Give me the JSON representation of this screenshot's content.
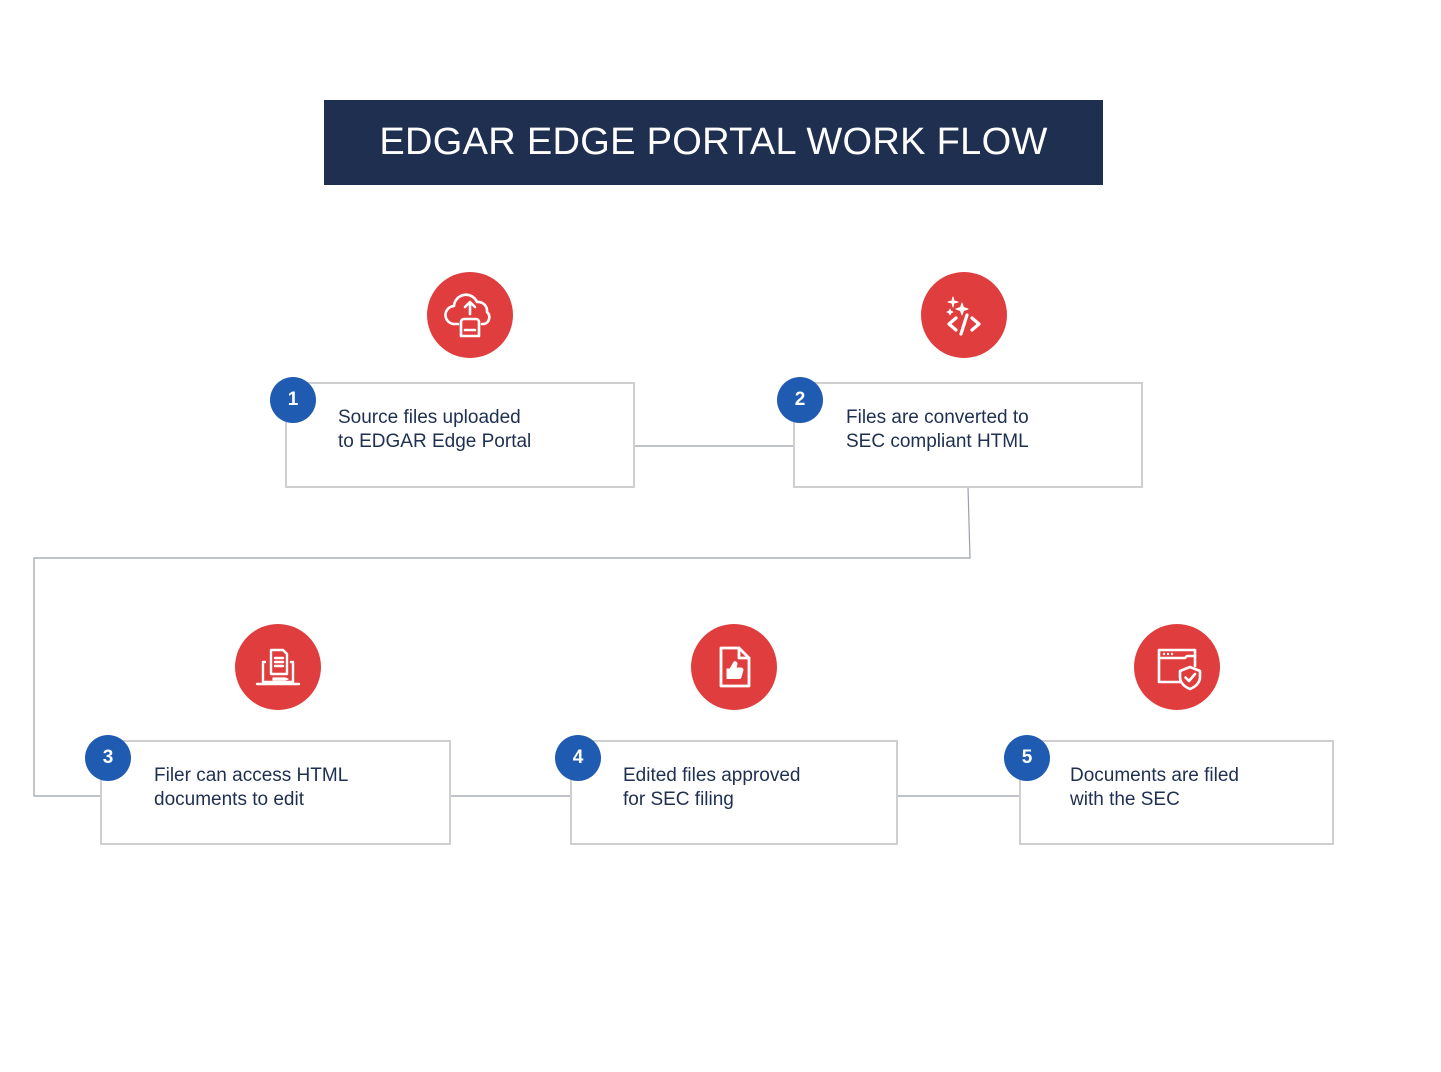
{
  "title": "EDGAR EDGE PORTAL WORK FLOW",
  "colors": {
    "title_background": "#1e2f50",
    "icon_circle": "#e03e3e",
    "badge": "#1f5bb0",
    "text": "#1e2f50",
    "box_border": "#cfcfcf",
    "connector": "#9aa0aa"
  },
  "steps": [
    {
      "number": "1",
      "icon": "cloud-upload-document-icon",
      "lines": [
        "Source files uploaded",
        "to EDGAR Edge Portal"
      ]
    },
    {
      "number": "2",
      "icon": "code-sparkle-icon",
      "lines": [
        "Files are converted to",
        "SEC compliant HTML"
      ]
    },
    {
      "number": "3",
      "icon": "laptop-document-edit-icon",
      "lines": [
        "Filer can access HTML",
        "documents to edit"
      ]
    },
    {
      "number": "4",
      "icon": "document-thumbs-up-icon",
      "lines": [
        "Edited files approved",
        "for SEC filing"
      ]
    },
    {
      "number": "5",
      "icon": "browser-shield-check-icon",
      "lines": [
        "Documents are filed",
        "with the SEC"
      ]
    }
  ],
  "flow": [
    [
      "1",
      "2"
    ],
    [
      "2",
      "3"
    ],
    [
      "3",
      "4"
    ],
    [
      "4",
      "5"
    ]
  ]
}
